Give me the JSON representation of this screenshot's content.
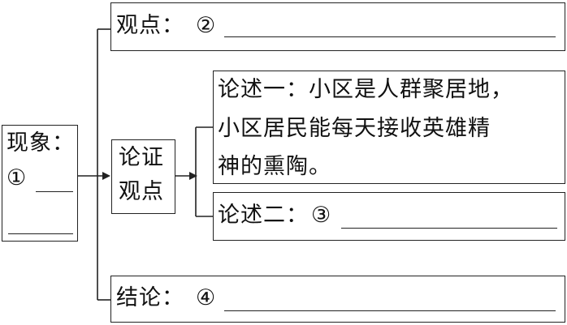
{
  "phenomenon": {
    "label": "现象：",
    "marker": "①"
  },
  "argument": {
    "label_line1": "论证",
    "label_line2": "观点"
  },
  "viewpoint": {
    "label": "观点：",
    "marker": "②"
  },
  "discussion1": {
    "line1": "论述一：小区是人群聚居地，",
    "line2": "小区居民能每天接收英雄精",
    "line3": "神的熏陶。"
  },
  "discussion2": {
    "label": "论述二：",
    "marker": "③"
  },
  "conclusion": {
    "label": "结论：",
    "marker": "④"
  }
}
